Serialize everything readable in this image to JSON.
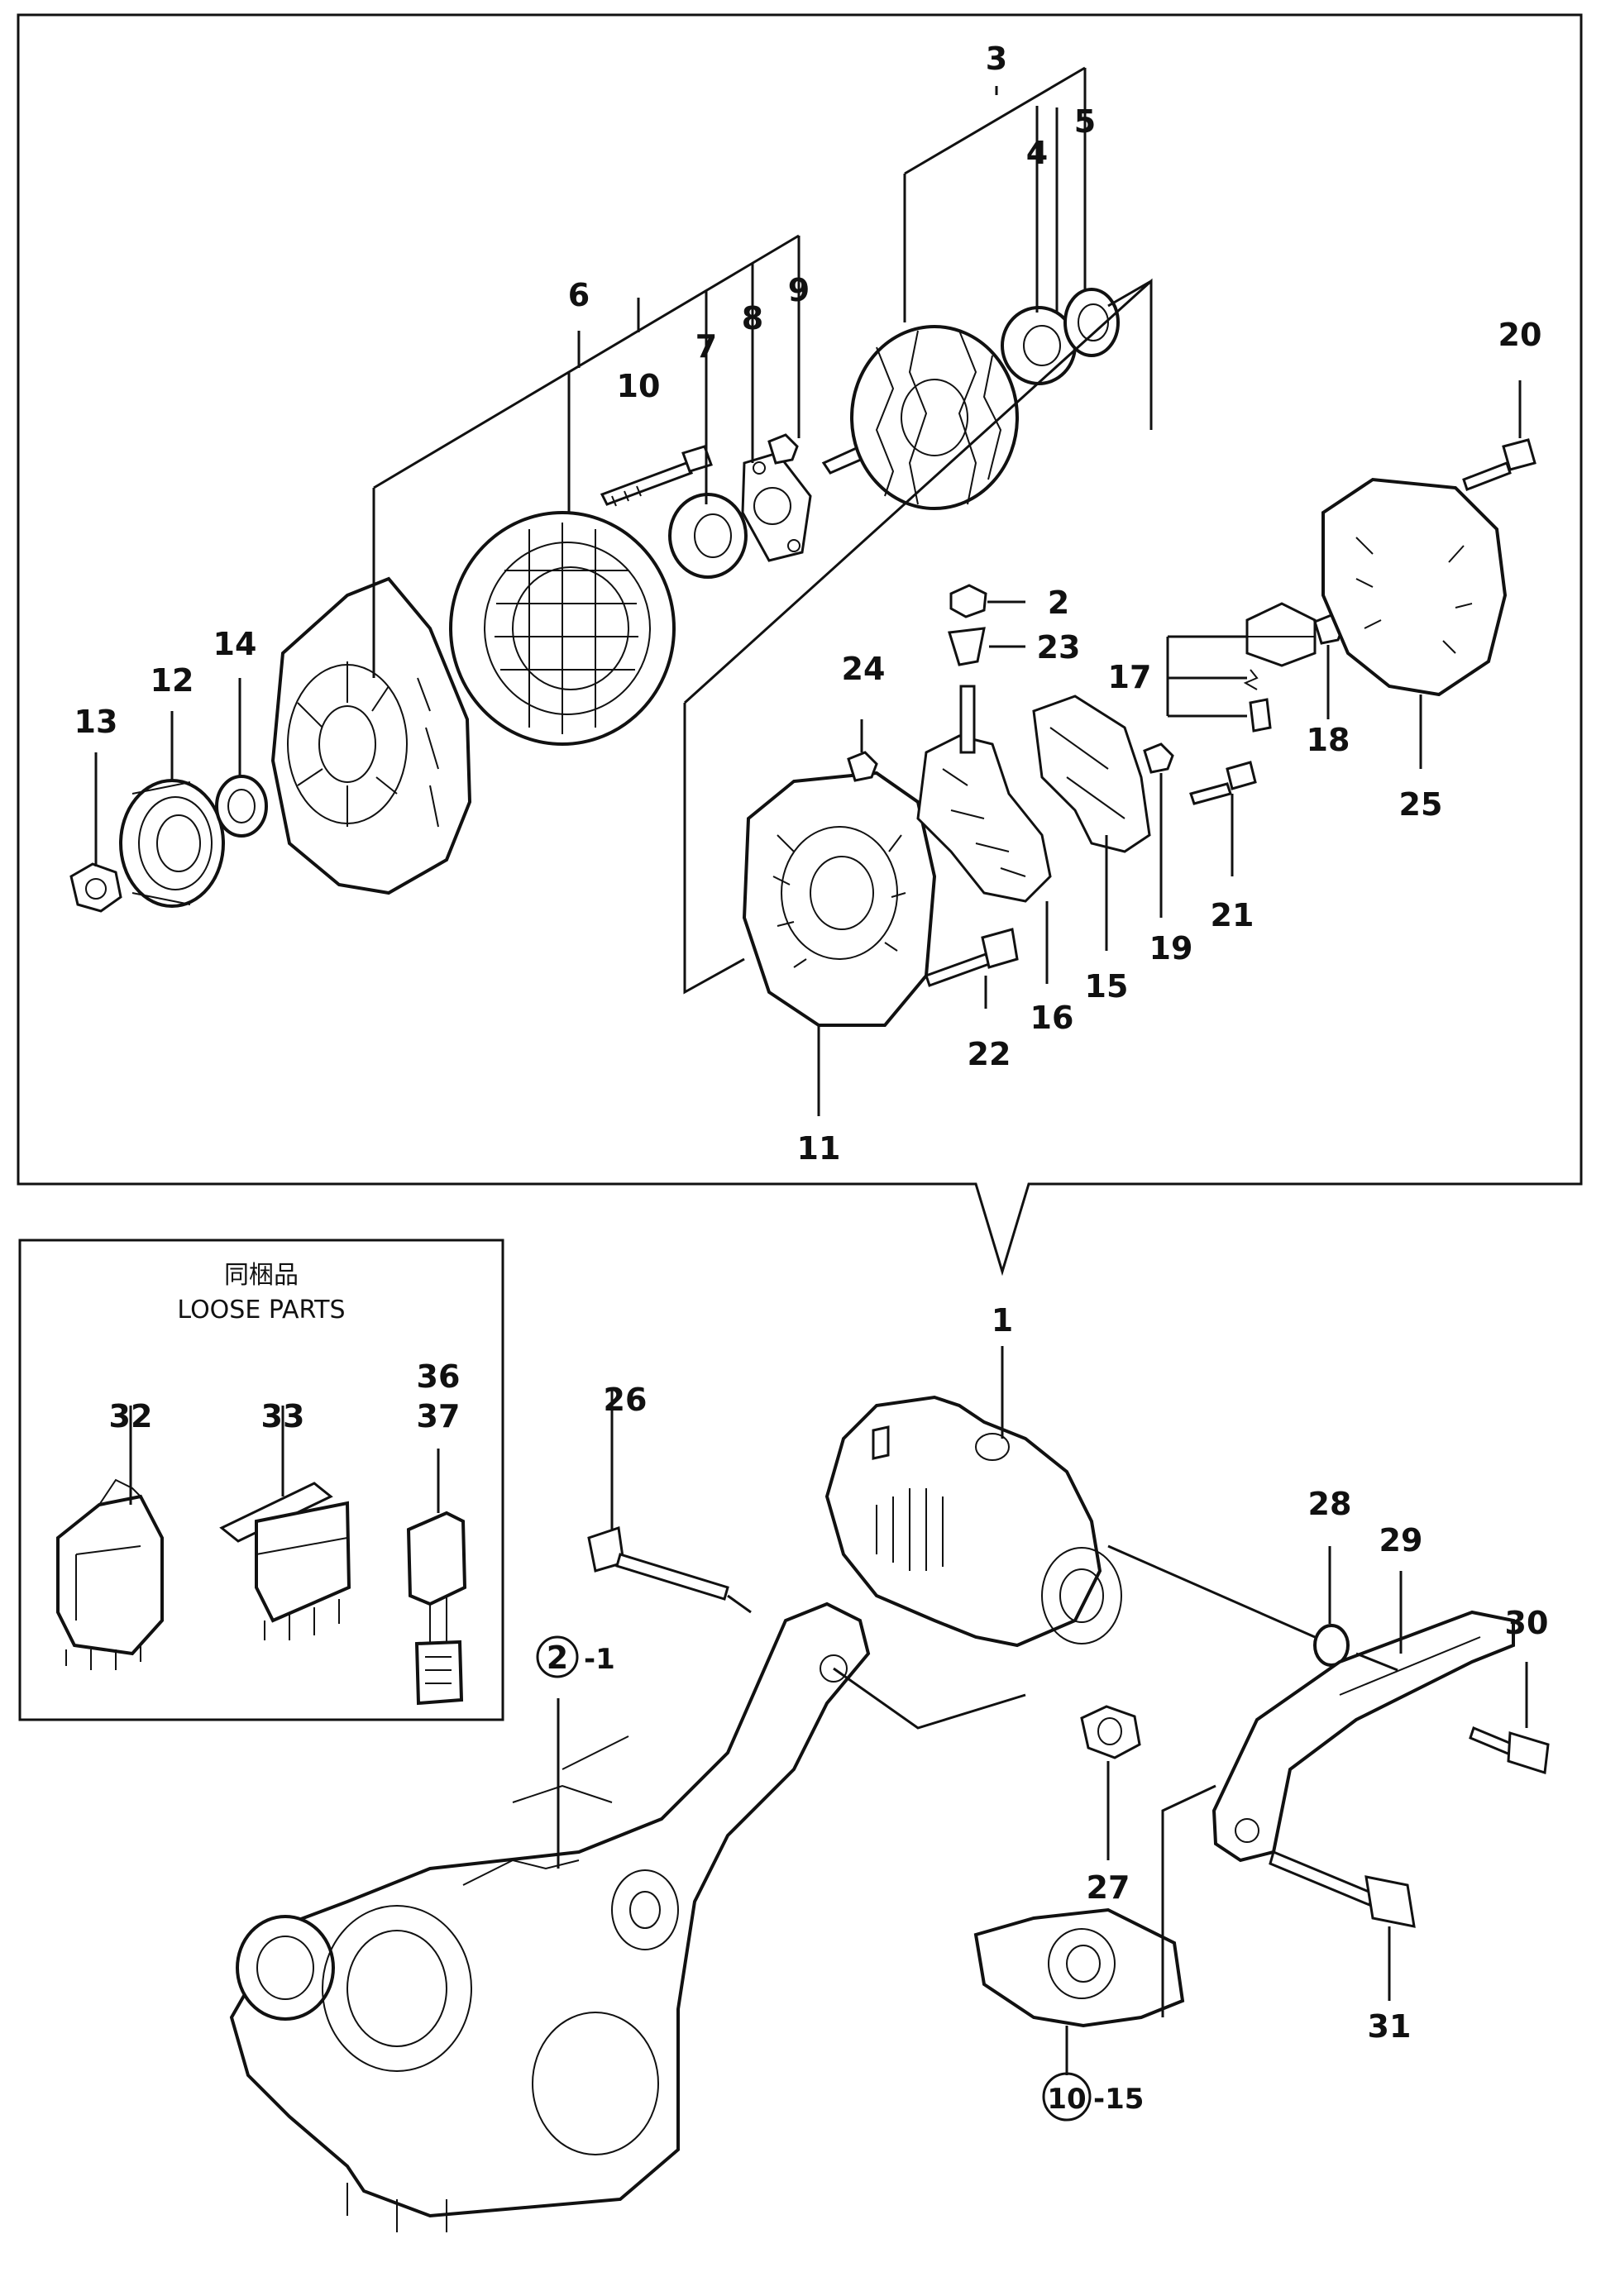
{
  "callouts": [
    {
      "id": "1",
      "label": "1"
    },
    {
      "id": "2",
      "label": "2"
    },
    {
      "id": "3",
      "label": "3"
    },
    {
      "id": "4",
      "label": "4"
    },
    {
      "id": "5",
      "label": "5"
    },
    {
      "id": "6",
      "label": "6"
    },
    {
      "id": "7",
      "label": "7"
    },
    {
      "id": "8",
      "label": "8"
    },
    {
      "id": "9",
      "label": "9"
    },
    {
      "id": "10",
      "label": "10"
    },
    {
      "id": "11",
      "label": "11"
    },
    {
      "id": "12",
      "label": "12"
    },
    {
      "id": "13",
      "label": "13"
    },
    {
      "id": "14",
      "label": "14"
    },
    {
      "id": "15",
      "label": "15"
    },
    {
      "id": "16",
      "label": "16"
    },
    {
      "id": "17",
      "label": "17"
    },
    {
      "id": "18",
      "label": "18"
    },
    {
      "id": "19",
      "label": "19"
    },
    {
      "id": "20",
      "label": "20"
    },
    {
      "id": "21",
      "label": "21"
    },
    {
      "id": "22",
      "label": "22"
    },
    {
      "id": "23",
      "label": "23"
    },
    {
      "id": "24",
      "label": "24"
    },
    {
      "id": "25",
      "label": "25"
    },
    {
      "id": "26",
      "label": "26"
    },
    {
      "id": "27",
      "label": "27"
    },
    {
      "id": "28",
      "label": "28"
    },
    {
      "id": "29",
      "label": "29"
    },
    {
      "id": "30",
      "label": "30"
    },
    {
      "id": "31",
      "label": "31"
    },
    {
      "id": "32",
      "label": "32"
    },
    {
      "id": "33",
      "label": "33"
    },
    {
      "id": "36",
      "label": "36"
    },
    {
      "id": "37",
      "label": "37"
    }
  ],
  "loose_parts": {
    "title_jp": "同梱品",
    "title_en": "LOOSE PARTS"
  },
  "references": [
    {
      "circle": "2",
      "suffix": "-1"
    },
    {
      "circle": "10",
      "suffix": "-15"
    }
  ]
}
